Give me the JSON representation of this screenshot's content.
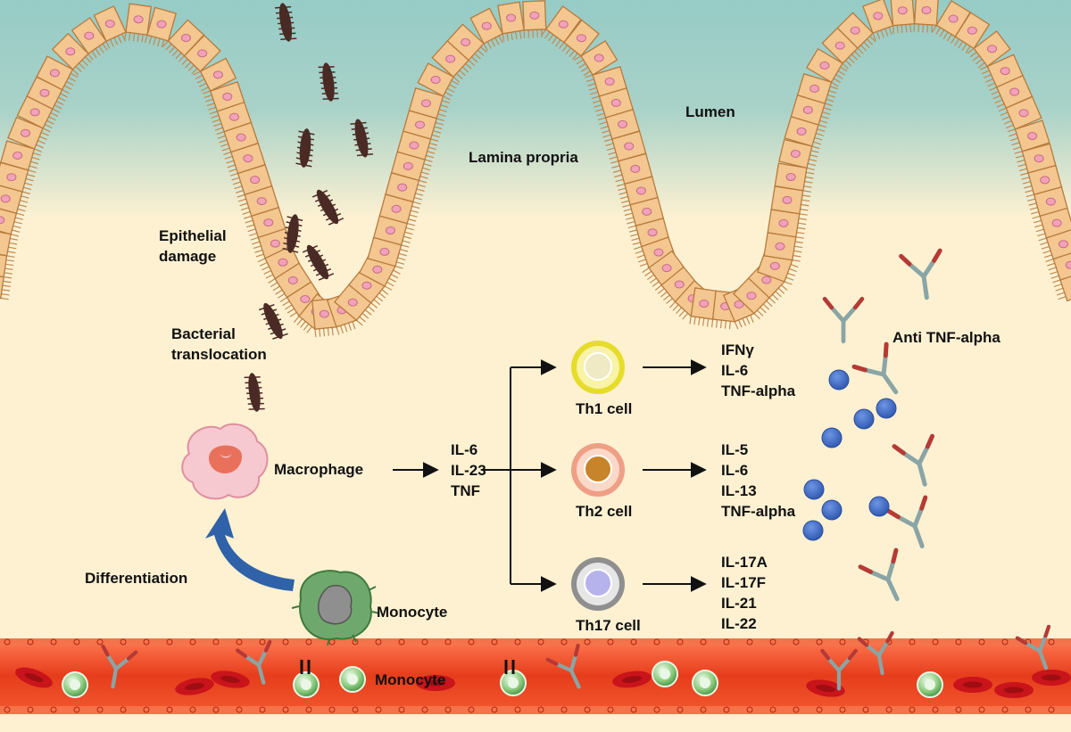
{
  "labels": {
    "lumen": "Lumen",
    "lamina_propria": "Lamina propria",
    "epithelial_damage": [
      "Epithelial",
      "damage"
    ],
    "bacterial_translocation": [
      "Bacterial",
      "translocation"
    ],
    "macrophage": "Macrophage",
    "differentiation": "Differentiation",
    "monocyte_tissue": "Monocyte",
    "monocyte_vessel": "Monocyte",
    "anti_tnf": "Anti TNF-alpha"
  },
  "macrophage_cytokines": [
    "IL-6",
    "IL-23",
    "TNF"
  ],
  "t_cells": [
    {
      "name": "Th1 cell",
      "cytokines": [
        "IFNγ",
        "IL-6",
        "TNF-alpha"
      ],
      "membrane": "#e6dc2a",
      "cytoplasm": "#f8f3a6",
      "nucleus": "#efe9c4"
    },
    {
      "name": "Th2 cell",
      "cytokines": [
        "IL-5",
        "IL-6",
        "IL-13",
        "TNF-alpha"
      ],
      "membrane": "#ef9f86",
      "cytoplasm": "#fbd9c8",
      "nucleus": "#c8842a"
    },
    {
      "name": "Th17 cell",
      "cytokines": [
        "IL-17A",
        "IL-17F",
        "IL-21",
        "IL-22"
      ],
      "membrane": "#8f8f8f",
      "cytoplasm": "#e6e6e6",
      "nucleus": "#b6b3ec"
    }
  ],
  "colors": {
    "lumen_top": "#9ecfca",
    "tissue": "#fdf1d2",
    "epithelium": "#f3c78f",
    "epithelium_border": "#b87a3c",
    "cell_nucleus": "#f2a2b8",
    "bacteria": "#4a2a24",
    "vessel": "#e94320",
    "rbc": "#c8141a",
    "monocyte": "#6fae6a",
    "cytokine_dot": "#3e69c7",
    "antibody_red": "#b53a35",
    "antibody_gray": "#8aa5a5",
    "arrow_blue": "#2f62a8"
  }
}
